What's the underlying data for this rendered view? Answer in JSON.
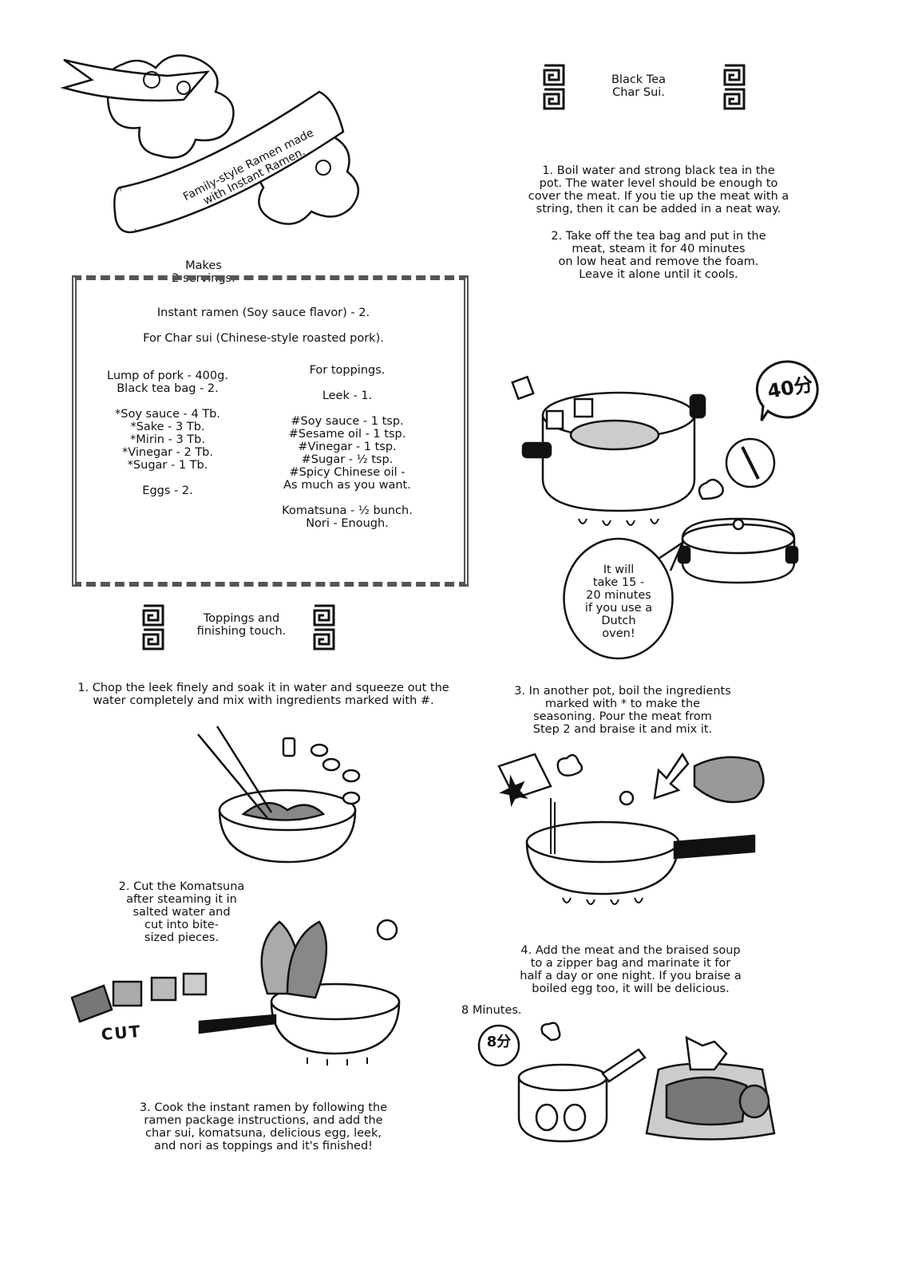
{
  "banner": {
    "line1": "Family-style Ramen made",
    "line2": "with Instant Ramen."
  },
  "servings": "Makes\n2 servings.",
  "ingredients": {
    "main": "Instant ramen (Soy sauce flavor) - 2.",
    "char_sui_header": "For Char sui (Chinese-style roasted pork).",
    "left_column": [
      "Lump of pork - 400g.",
      "Black tea bag - 2.",
      "",
      "*Soy sauce - 4 Tb.",
      "*Sake - 3 Tb.",
      "*Mirin - 3 Tb.",
      "*Vinegar - 2 Tb.",
      "*Sugar - 1 Tb.",
      "",
      "Eggs - 2."
    ],
    "right_column": [
      "For toppings.",
      "",
      "Leek - 1.",
      "",
      "#Soy sauce - 1 tsp.",
      "#Sesame oil - 1 tsp.",
      "#Vinegar - 1 tsp.",
      "#Sugar - ½ tsp.",
      "#Spicy Chinese oil -",
      "As much as you want.",
      "",
      "Komatsuna - ½ bunch.",
      "Nori - Enough."
    ]
  },
  "toppings_section": {
    "heading": "Toppings and\nfinishing touch.",
    "steps": [
      "1. Chop the leek finely and soak it in water and squeeze out the\nwater completely and mix with ingredients marked with #.",
      "2. Cut the Komatsuna\nafter steaming it in\nsalted water and\ncut into bite-\nsized pieces.",
      "3. Cook the instant ramen by following the\nramen package instructions, and add the\nchar sui, komatsuna, delicious egg, leek,\nand nori as toppings and it's finished!"
    ],
    "cut_label": "CUT"
  },
  "char_sui_section": {
    "heading": "Black Tea\nChar Sui.",
    "steps": [
      "1. Boil water and strong black tea in the\npot. The water level should be enough to\ncover the meat. If you tie up the meat with a\nstring, then it can be added in a neat way.",
      "2. Take off the tea bag and put in the\nmeat, steam it for 40 minutes\non low heat and remove the foam.\nLeave it alone until it cools.",
      "3. In another pot, boil the ingredients\nmarked with * to make the\nseasoning. Pour the meat from\nStep 2 and braise it and mix it.",
      "4. Add the meat and the braised soup\nto a zipper bag and marinate it for\nhalf a day or one night. If you braise a\nboiled egg too, it will be delicious."
    ],
    "stamp_40": "40分",
    "bubble": "It will\ntake 15 -\n20 minutes\nif you use a\nDutch\noven!",
    "eight_minutes": "8 Minutes.",
    "stamp_8": "8分"
  }
}
